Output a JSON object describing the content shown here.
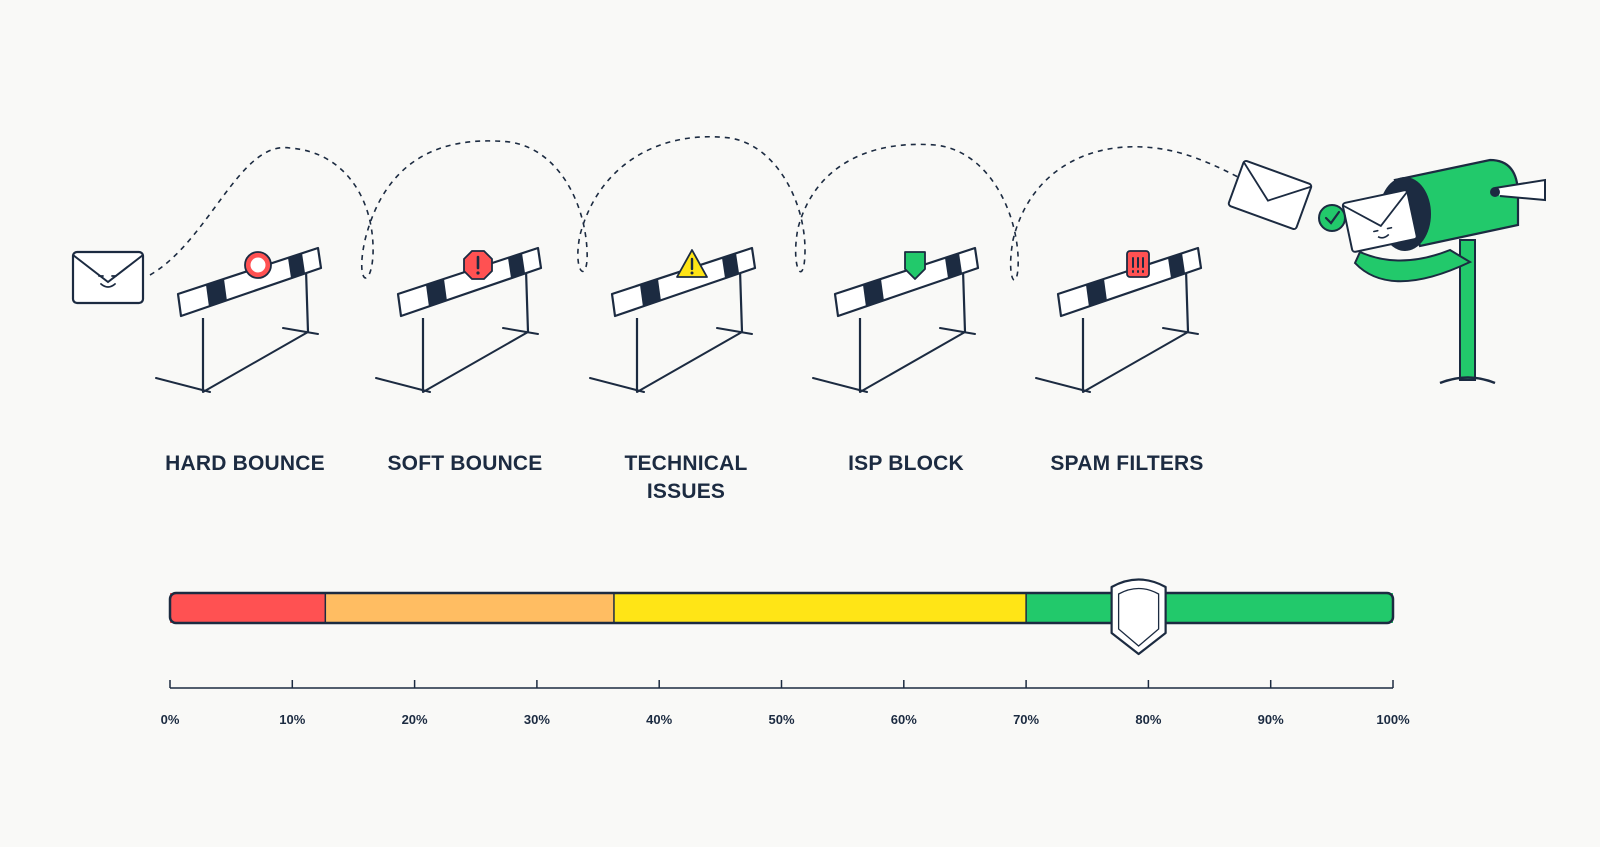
{
  "obstacles": [
    {
      "label": [
        "HARD BOUNCE"
      ],
      "icon": "no-entry-icon",
      "color": "#ff5152"
    },
    {
      "label": [
        "SOFT BOUNCE"
      ],
      "icon": "stop-sign-icon",
      "color": "#ff5152"
    },
    {
      "label": [
        "TECHNICAL",
        "ISSUES"
      ],
      "icon": "warning-icon",
      "color": "#ffe516"
    },
    {
      "label": [
        "ISP BLOCK"
      ],
      "icon": "shield-icon",
      "color": "#22c96b"
    },
    {
      "label": [
        "SPAM FILTERS"
      ],
      "icon": "spam-badge-icon",
      "color": "#ff5152"
    }
  ],
  "scale": {
    "ticks": [
      "0%",
      "10%",
      "20%",
      "30%",
      "40%",
      "50%",
      "60%",
      "70%",
      "80%",
      "90%",
      "100%"
    ],
    "segments": [
      {
        "from": 0,
        "to": 12.7,
        "color": "#ff5152"
      },
      {
        "from": 12.7,
        "to": 36.3,
        "color": "#ffbd62"
      },
      {
        "from": 36.3,
        "to": 70,
        "color": "#ffe516"
      },
      {
        "from": 70,
        "to": 100,
        "color": "#22c96b"
      }
    ],
    "marker_value": 79.2
  },
  "colors": {
    "ink": "#1c2b41",
    "mailbox": "#22c96b",
    "background": "#f9f9f7"
  }
}
